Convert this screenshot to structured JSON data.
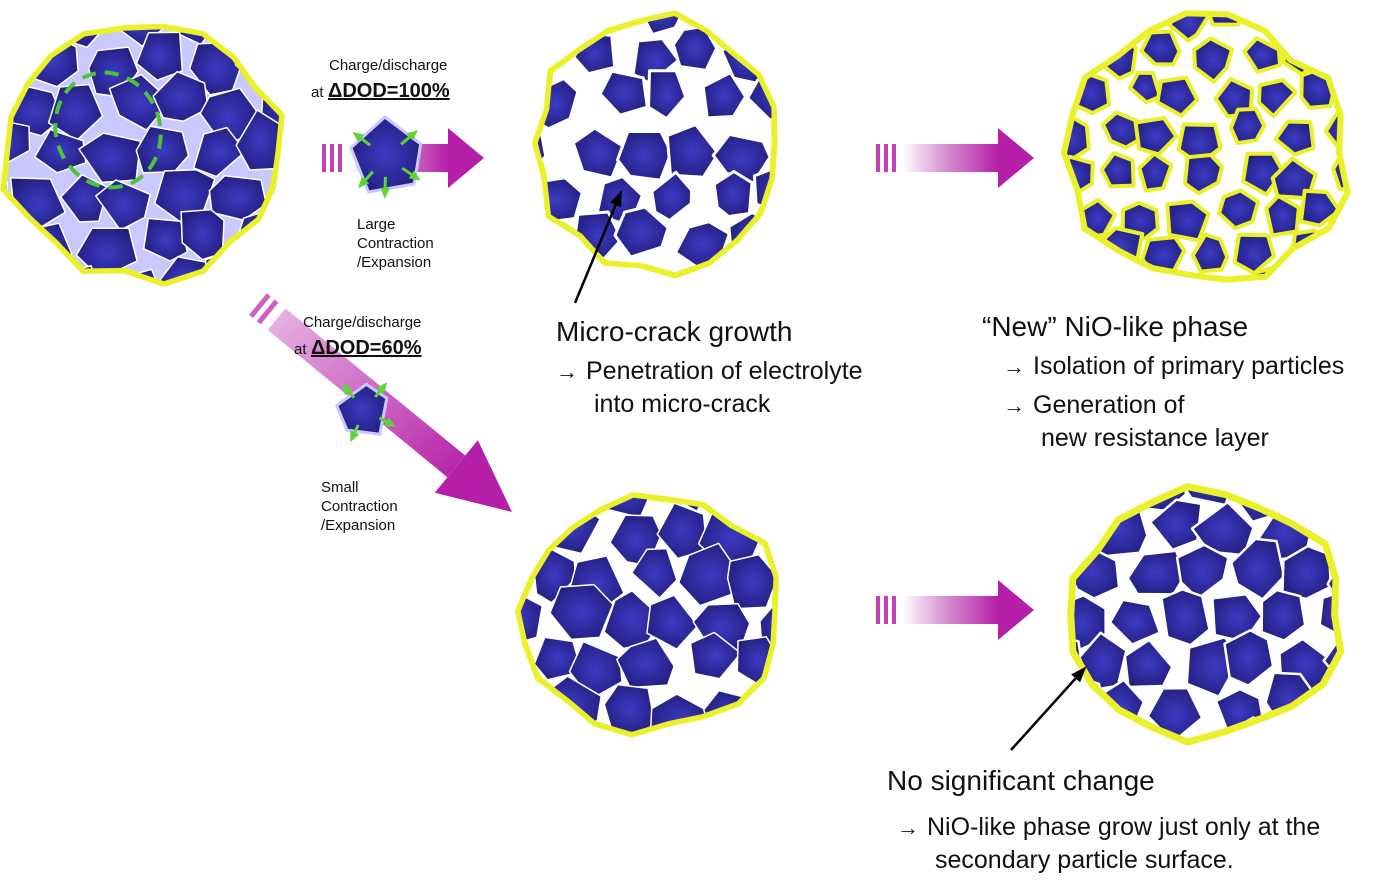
{
  "top_path": {
    "condition_line1": "Charge/discharge",
    "condition_prefix": "at",
    "condition_value": "ΔDOD=100%",
    "effect_lines": [
      "Large",
      "Contraction",
      "/Expansion"
    ]
  },
  "bottom_path": {
    "condition_line1": "Charge/discharge",
    "condition_prefix": "at",
    "condition_value": "ΔDOD=60%",
    "effect_lines": [
      "Small",
      "Contraction",
      "/Expansion"
    ]
  },
  "captions": {
    "microcrack": {
      "title": "Micro-crack growth",
      "arrow": "→",
      "line1": "Penetration of electrolyte",
      "line2": "into micro-crack"
    },
    "nio": {
      "title": "“New” NiO-like phase",
      "arrow": "→",
      "item1": "Isolation of primary particles",
      "item2_line1": "Generation of",
      "item2_line2": "new resistance layer"
    },
    "nochange": {
      "title": "No significant change",
      "arrow": "→",
      "line1": "NiO-like phase grow just only at the",
      "line2": "secondary particle surface."
    }
  },
  "colors": {
    "particle_fill": "#26248a",
    "particle_core": "#3a36c0",
    "boundary": "#ffffff",
    "surface_layer": "#eaf02a",
    "arrow": "#b51fa8",
    "strain_arrow": "#5fd43a",
    "strain_ellipse": "#4fc23a"
  }
}
